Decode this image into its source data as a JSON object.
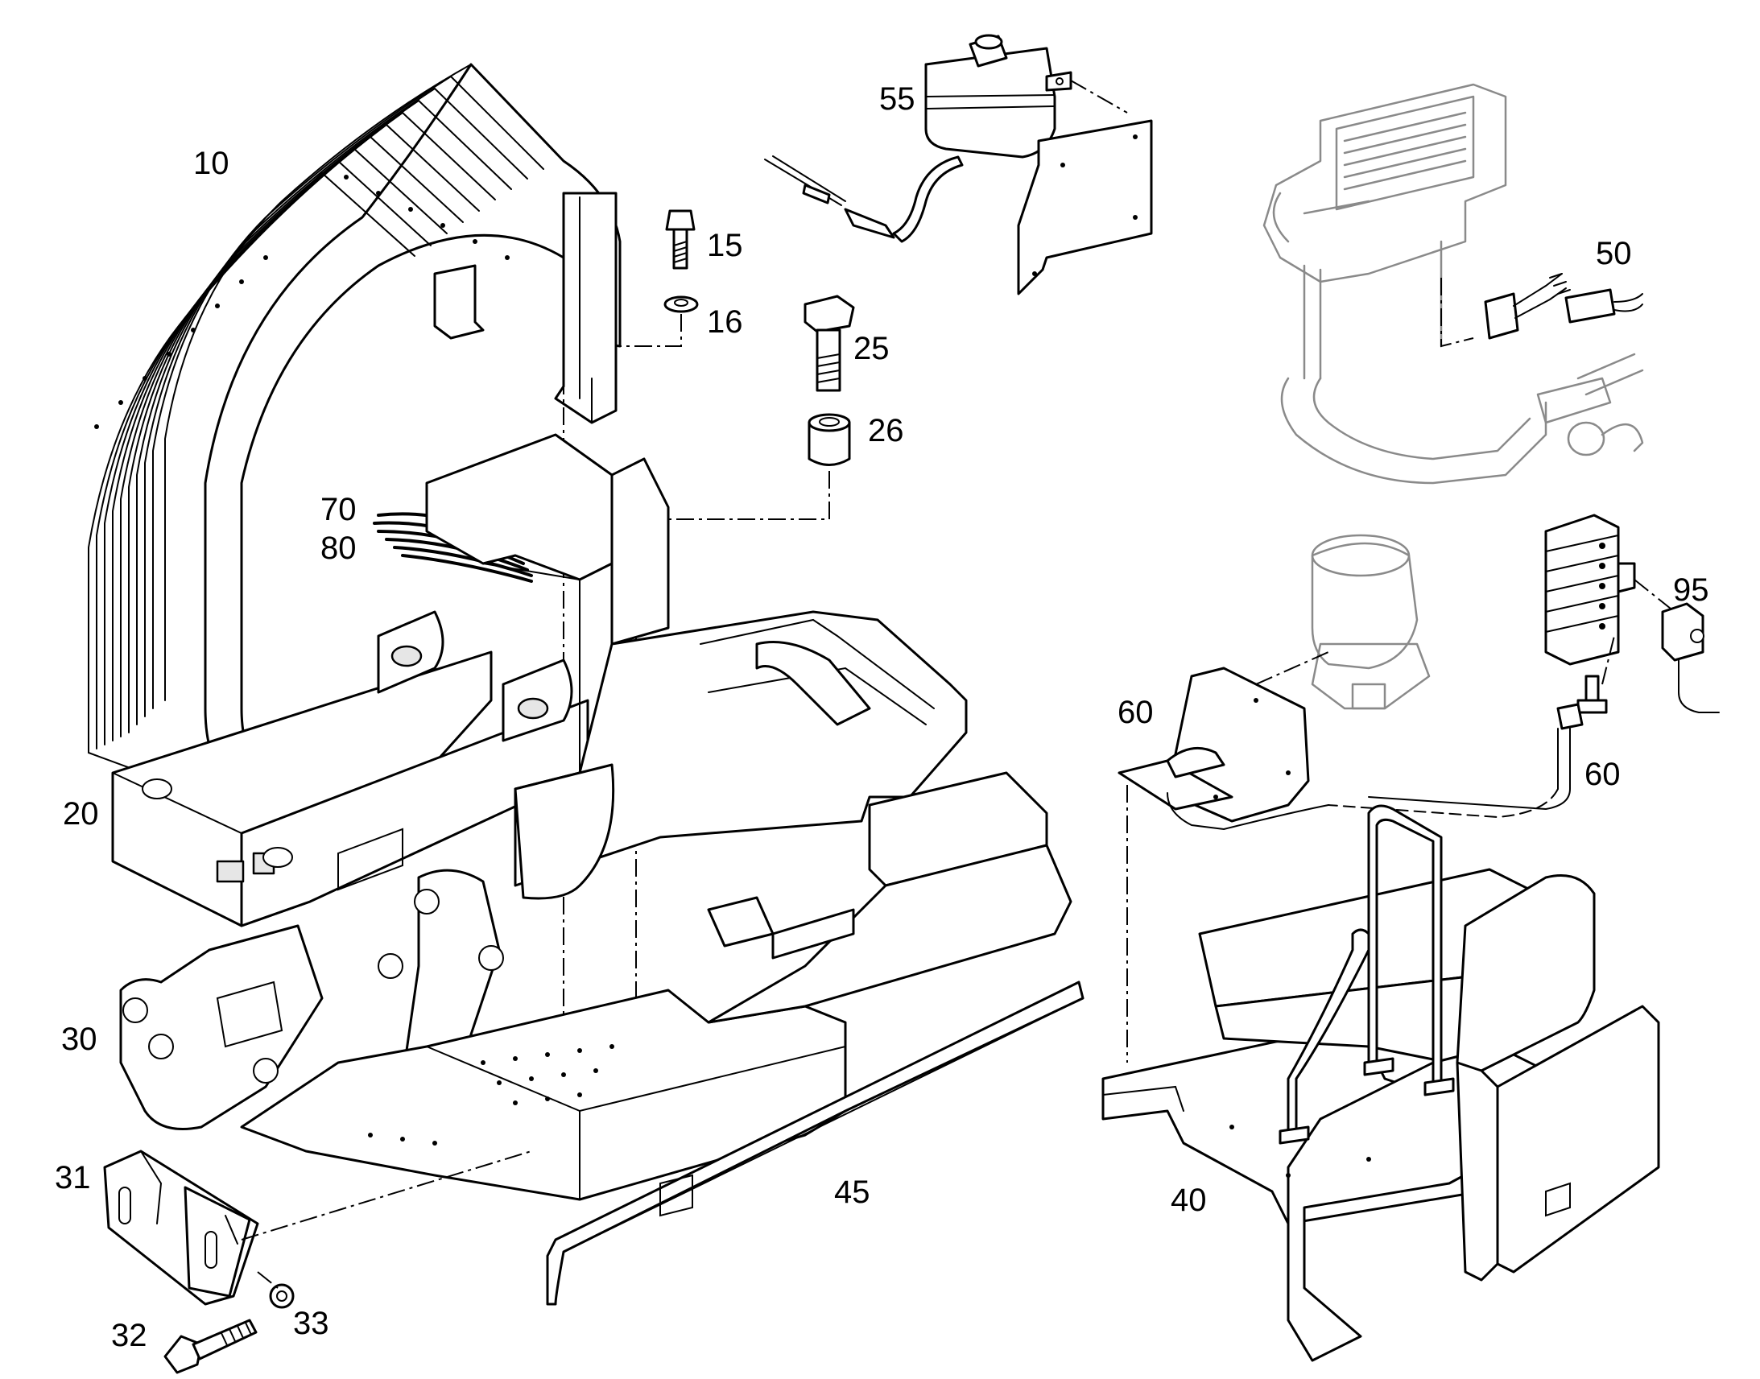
{
  "diagram": {
    "callouts": [
      {
        "id": "c10",
        "label": "10"
      },
      {
        "id": "c15",
        "label": "15"
      },
      {
        "id": "c16",
        "label": "16"
      },
      {
        "id": "c25",
        "label": "25"
      },
      {
        "id": "c26",
        "label": "26"
      },
      {
        "id": "c55",
        "label": "55"
      },
      {
        "id": "c50",
        "label": "50"
      },
      {
        "id": "c70",
        "label": "70"
      },
      {
        "id": "c80",
        "label": "80"
      },
      {
        "id": "c20",
        "label": "20"
      },
      {
        "id": "c30",
        "label": "30"
      },
      {
        "id": "c31",
        "label": "31"
      },
      {
        "id": "c32",
        "label": "32"
      },
      {
        "id": "c33",
        "label": "33"
      },
      {
        "id": "c45",
        "label": "45"
      },
      {
        "id": "c40",
        "label": "40"
      },
      {
        "id": "c60a",
        "label": "60"
      },
      {
        "id": "c60b",
        "label": "60"
      },
      {
        "id": "c95",
        "label": "95"
      }
    ]
  }
}
